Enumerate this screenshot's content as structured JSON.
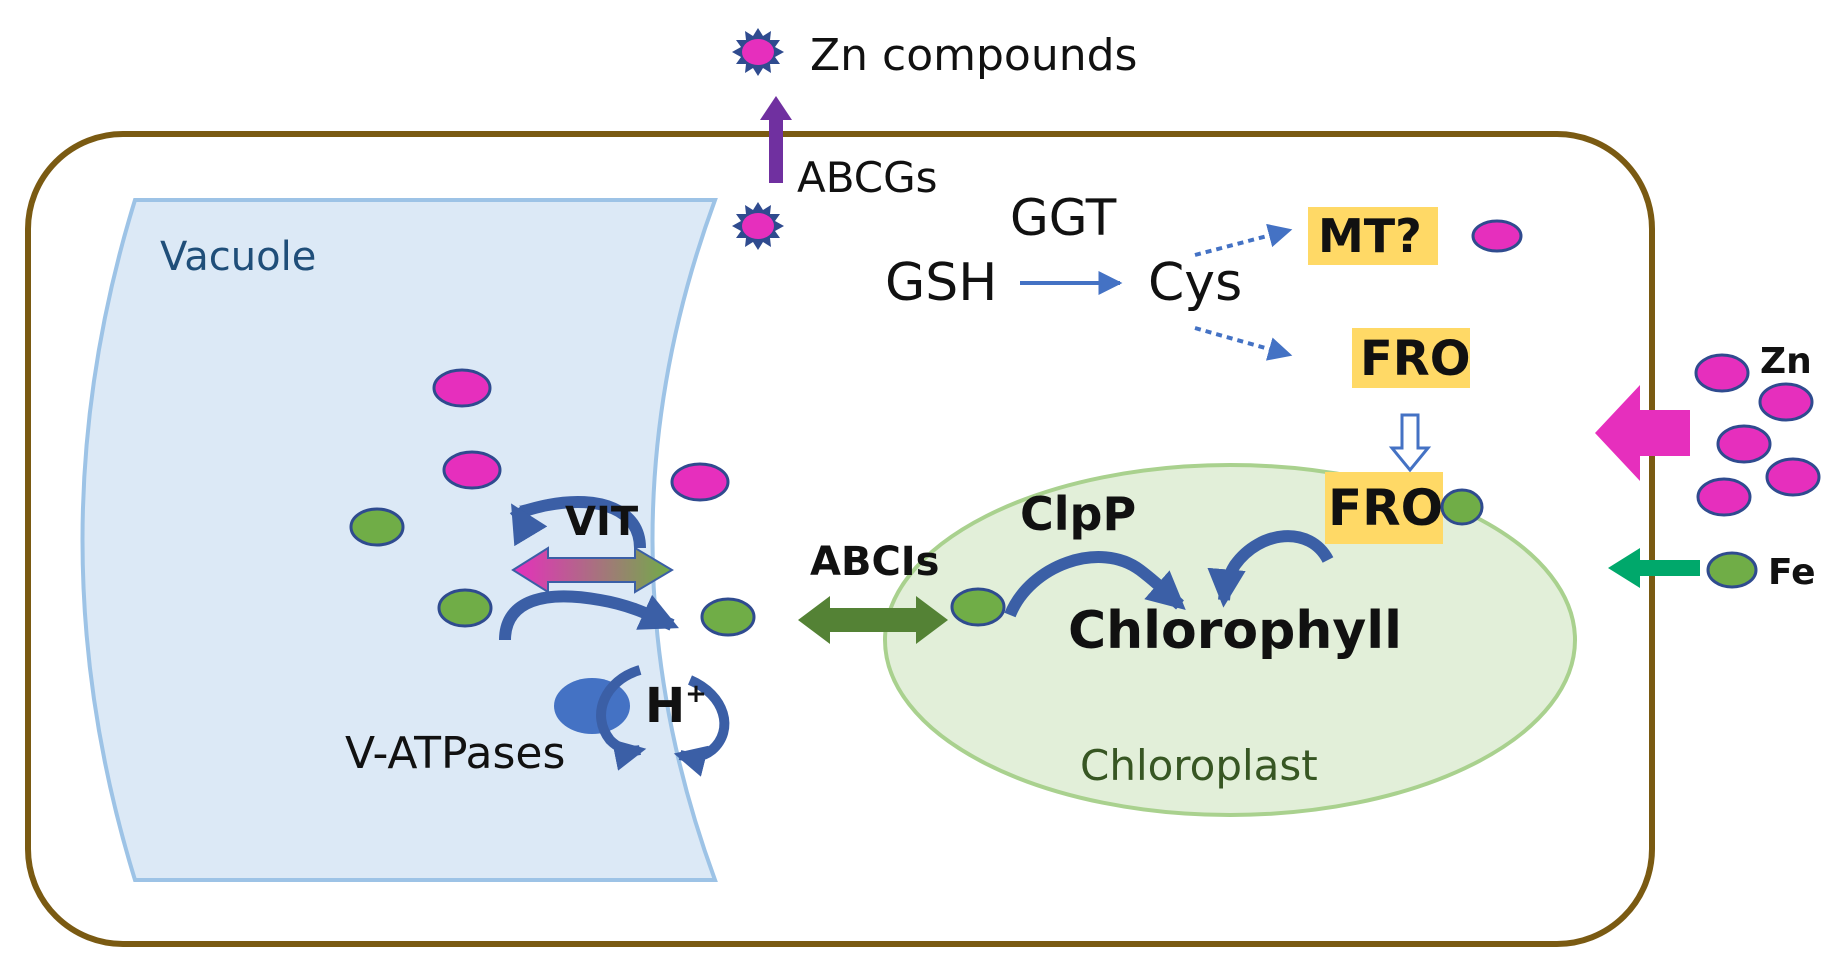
{
  "labels": {
    "zn_compounds": "Zn compounds",
    "abcgs": "ABCGs",
    "vacuole": "Vacuole",
    "ggt": "GGT",
    "gsh": "GSH",
    "cys": "Cys",
    "mt": "MT?",
    "fro_top": "FRO",
    "fro_bottom": "FRO",
    "zn": "Zn",
    "fe": "Fe",
    "vit": "VIT",
    "abcis": "ABCIs",
    "clpp": "ClpP",
    "chlorophyll": "Chlorophyll",
    "chloroplast": "Chloroplast",
    "h_plus_base": "H",
    "h_plus_sup": "+",
    "v_atpases": "V-ATPases"
  },
  "colors": {
    "cell_border": "#7a5a12",
    "vacuole_fill": "#dce9f6",
    "vacuole_stroke": "#9dc3e6",
    "chloroplast_fill": "#e2efd9",
    "chloroplast_stroke": "#a9d18e",
    "zinc": "#e62fbd",
    "iron": "#70ad47",
    "ion_outline": "#2f4b8f",
    "highlight": "#ffd966",
    "arrow_blue": "#4472c4",
    "curved_arrow": "#3b5fa6",
    "abci_arrow": "#548235",
    "abcg_arrow": "#7030a0",
    "vacuole_text": "#1f4e79",
    "chloroplast_text": "#375623",
    "atpase": "#4472c4"
  }
}
